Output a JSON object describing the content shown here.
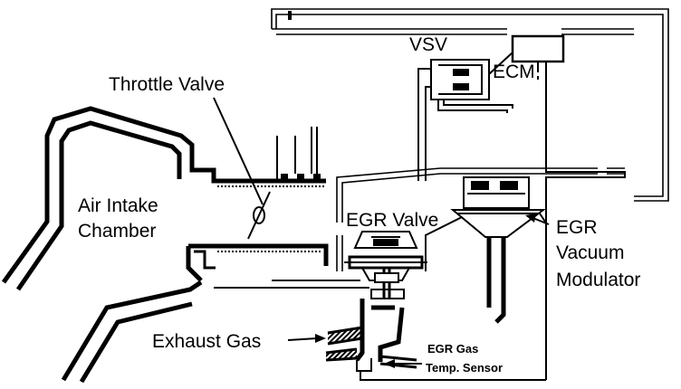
{
  "labels": {
    "vsv": "VSV",
    "ecm": "ECM",
    "throttle_valve": "Throttle Valve",
    "air_intake_chamber_line1": "Air Intake",
    "air_intake_chamber_line2": "Chamber",
    "egr_valve": "EGR Valve",
    "egr_vacuum_modulator_line1": "EGR",
    "egr_vacuum_modulator_line2": "Vacuum",
    "egr_vacuum_modulator_line3": "Modulator",
    "exhaust_gas": "Exhaust Gas",
    "egr_gas_temp_sensor_line1": "EGR Gas",
    "egr_gas_temp_sensor_line2": "Temp. Sensor"
  }
}
